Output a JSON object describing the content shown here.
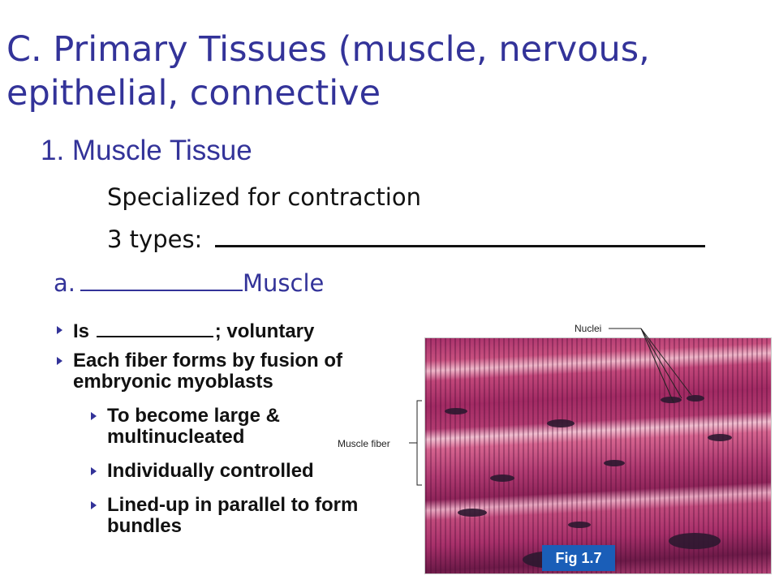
{
  "slide": {
    "title": "C. Primary Tissues (muscle, nervous, epithelial, connective",
    "heading": "1. Muscle Tissue",
    "line1": "Specialized  for contraction",
    "line2_prefix": "3 types:",
    "subheading_prefix": "a.",
    "subheading_suffix": "Muscle",
    "bullets": {
      "b1_prefix": "Is",
      "b1_suffix": "; voluntary",
      "b2": "Each fiber forms by fusion of embryonic myoblasts",
      "s1": "To become large & multinucleated",
      "s2": "Individually controlled",
      "s3": "Lined-up in parallel to form bundles"
    }
  },
  "figure": {
    "nuclei_label": "Nuclei",
    "muscle_fiber_label": "Muscle fiber",
    "fig_label": "Fig 1.7"
  },
  "colors": {
    "heading": "#333399",
    "badge": "#1a5eb8"
  }
}
